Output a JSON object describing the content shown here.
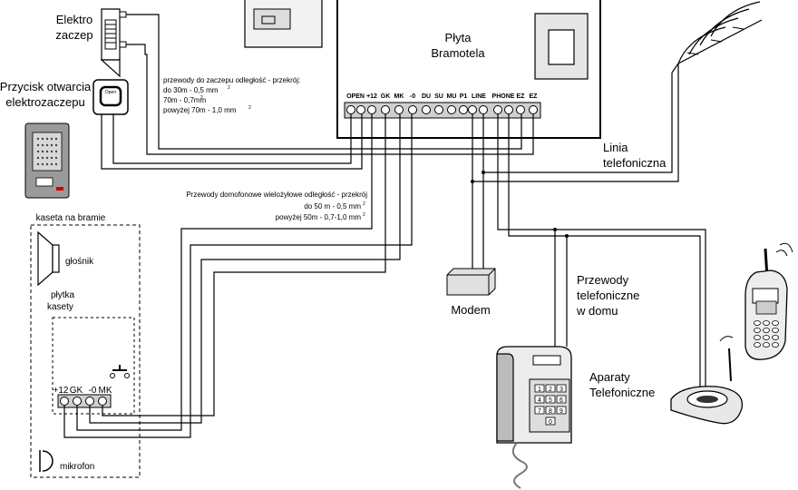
{
  "title": {
    "line1": "Płyta",
    "line2": "Bramotela"
  },
  "devices": {
    "elektro": {
      "line1": "Elektro",
      "line2": "zaczep"
    },
    "przycisk": {
      "line1": "Przycisk otwarcia",
      "line2": "elektrozaczepu",
      "button_text": "Open"
    },
    "kaseta": "kaseta na bramie",
    "glosnik": "głośnik",
    "plytka": {
      "line1": "płytka",
      "line2": "kasety"
    },
    "mikrofon": "mikrofon",
    "modem": "Modem",
    "linia": {
      "line1": "Linia",
      "line2": "telefoniczna"
    },
    "przewody_dom": {
      "line1": "Przewody",
      "line2": "telefoniczne",
      "line3": "w domu"
    },
    "aparaty": {
      "line1": "Aparaty",
      "line2": "Telefoniczne"
    }
  },
  "notes": {
    "zaczep": {
      "line1": "przewody do zaczepu odległość - przekrój:",
      "line2": "do 30m - 0,5 mm",
      "line3": "70m - 0,7mm",
      "line4": "powyżej 70m - 1,0 mm",
      "sup": "2"
    },
    "domofon": {
      "line1": "Przewody domofonowe wielożyłowe odległość - przekrój",
      "line2": "do 50 m - 0,5 mm",
      "line3": "powyżej 50m - 0,7-1,0 mm",
      "sup": "2"
    }
  },
  "terminals_main": [
    "OPEN",
    "+12",
    "GK",
    "MK",
    "-0",
    "DU",
    "SU",
    "MU",
    "P1",
    "LINE",
    "PHONE",
    "EZ",
    "EZ"
  ],
  "terminals_kaseta": [
    "+12",
    "GK",
    "-0",
    "MK"
  ],
  "keypad_keys": [
    "1",
    "2",
    "3",
    "4",
    "5",
    "6",
    "7",
    "8",
    "9",
    "0"
  ]
}
